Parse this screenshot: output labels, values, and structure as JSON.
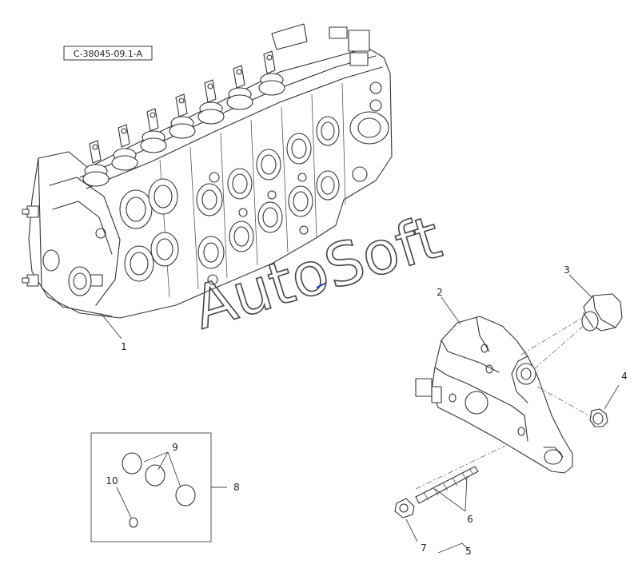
{
  "diagram": {
    "drawing_code": "C-38045-09.1-A",
    "watermark": "AutoSoft",
    "callouts": [
      "1",
      "2",
      "3",
      "4",
      "5",
      "6",
      "7",
      "8",
      "9",
      "10"
    ],
    "colors": {
      "line": "#333333",
      "background": "#ffffff",
      "watermark_mark": "#1a3fcf"
    }
  }
}
